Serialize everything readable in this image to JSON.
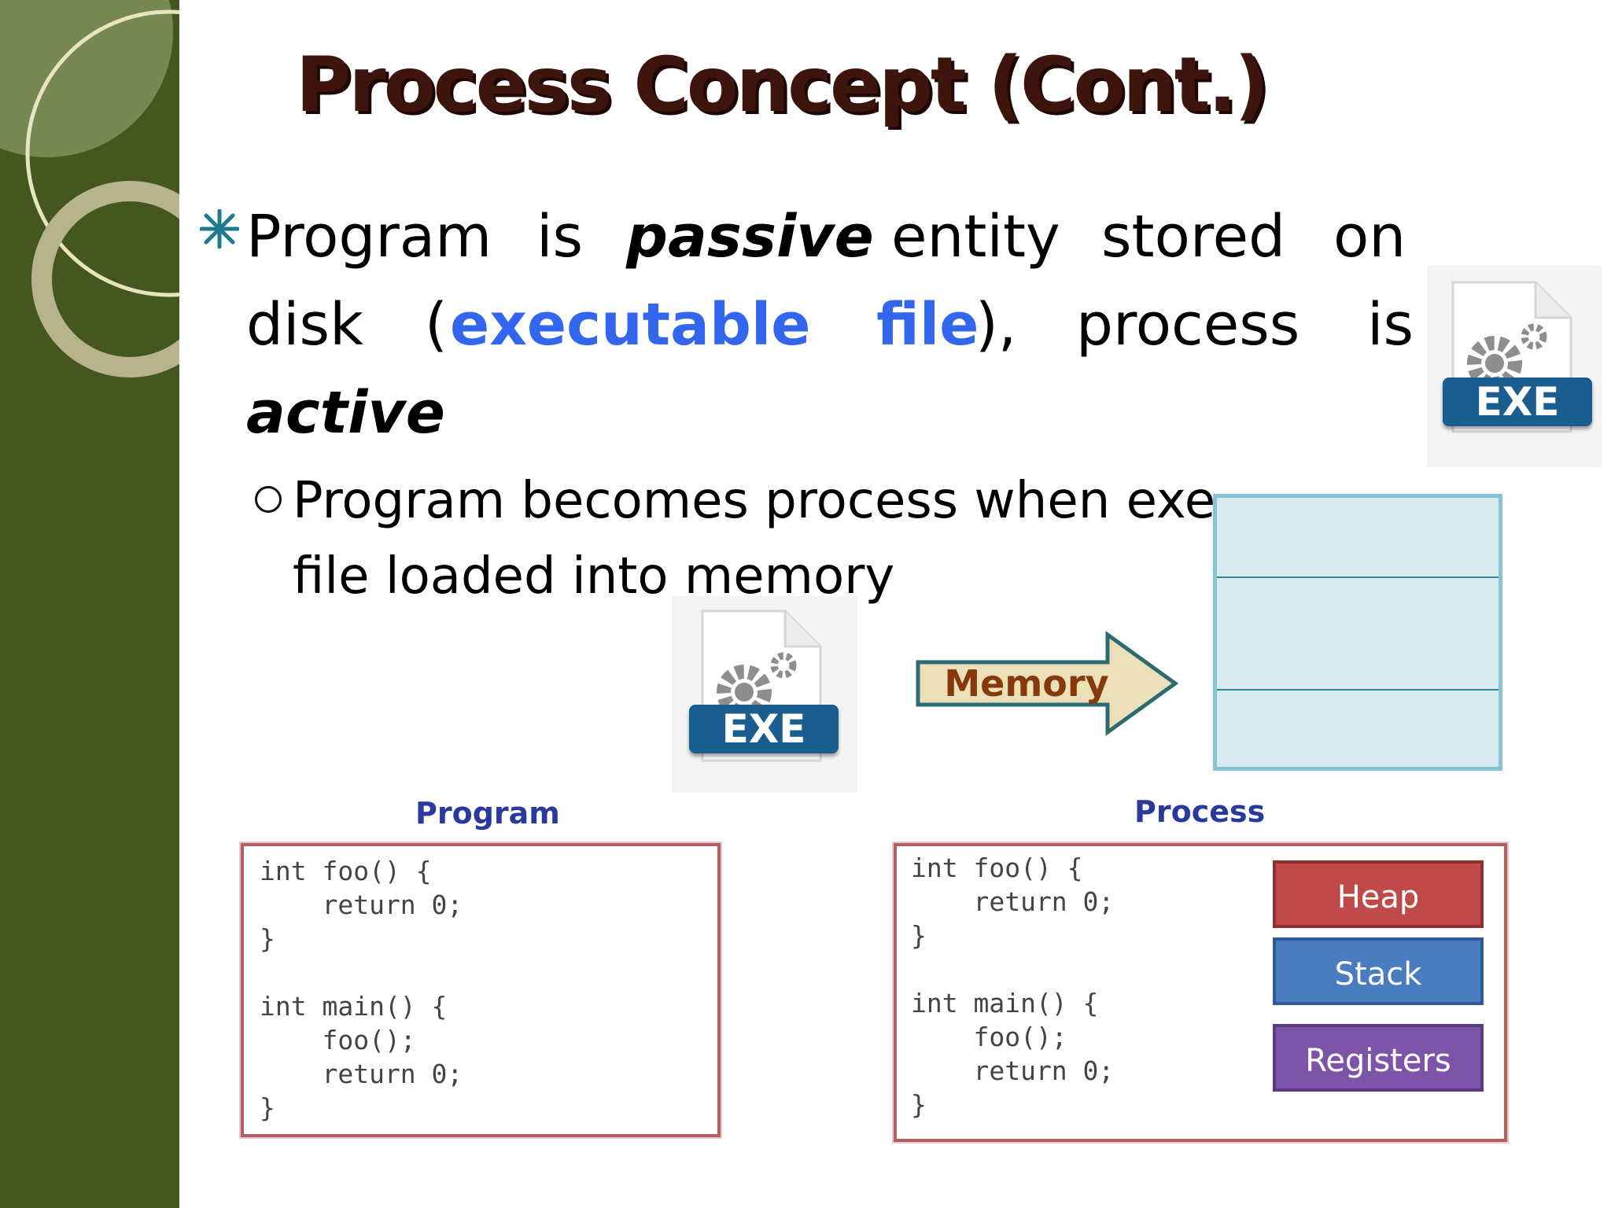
{
  "slide": {
    "title": "Process Concept (Cont.)",
    "bullet_main": {
      "line1": {
        "w1": "Program",
        "w2": "is",
        "w3": "passive",
        "w4": "entity",
        "w5": "stored",
        "w6": "on"
      },
      "line2": {
        "w1": "disk",
        "w2": "(",
        "w3": "executable",
        "w4": "file",
        "w5": "),",
        "w6": "process",
        "w7": "is"
      },
      "line3": "active"
    },
    "bullet_sub": {
      "line1": "Program becomes process when exe",
      "line2": "file loaded into memory"
    }
  },
  "exe_icon_label": "EXE",
  "arrow_label": "Memory",
  "program_panel": {
    "title": "Program",
    "code": "int foo() {\n    return 0;\n}\n\nint main() {\n    foo();\n    return 0;\n}"
  },
  "process_panel": {
    "title": "Process",
    "code": "int foo() {\n    return 0;\n}\n\nint main() {\n    foo();\n    return 0;\n}",
    "segments": [
      "Heap",
      "Stack",
      "Registers"
    ]
  },
  "colors": {
    "sidebar": "#44571e",
    "title": "#3d150d",
    "highlight": "#3366ee",
    "heap": "#c0494a",
    "stack": "#4a7cc0",
    "registers": "#7d55a8"
  }
}
